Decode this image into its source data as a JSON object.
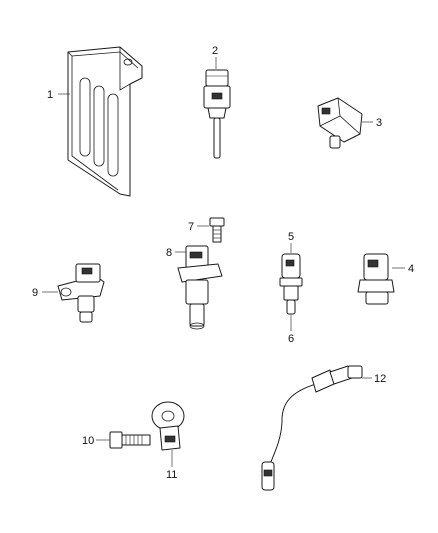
{
  "callouts": {
    "c1": "1",
    "c2": "2",
    "c3": "3",
    "c4": "4",
    "c5": "5",
    "c6": "6",
    "c7": "7",
    "c8": "8",
    "c9": "9",
    "c10": "10",
    "c11": "11",
    "c12": "12"
  },
  "parts": [
    {
      "id": 1,
      "icon": "bracket-shield"
    },
    {
      "id": 2,
      "icon": "temperature-sensor"
    },
    {
      "id": 3,
      "icon": "map-sensor"
    },
    {
      "id": 4,
      "icon": "pressure-sensor"
    },
    {
      "id": 5,
      "icon": "coolant-temp-sensor"
    },
    {
      "id": 6,
      "icon": "sensor-tip"
    },
    {
      "id": 7,
      "icon": "bolt"
    },
    {
      "id": 8,
      "icon": "camshaft-sensor"
    },
    {
      "id": 9,
      "icon": "crankshaft-sensor"
    },
    {
      "id": 10,
      "icon": "bolt"
    },
    {
      "id": 11,
      "icon": "knock-sensor"
    },
    {
      "id": 12,
      "icon": "oxygen-sensor"
    }
  ]
}
